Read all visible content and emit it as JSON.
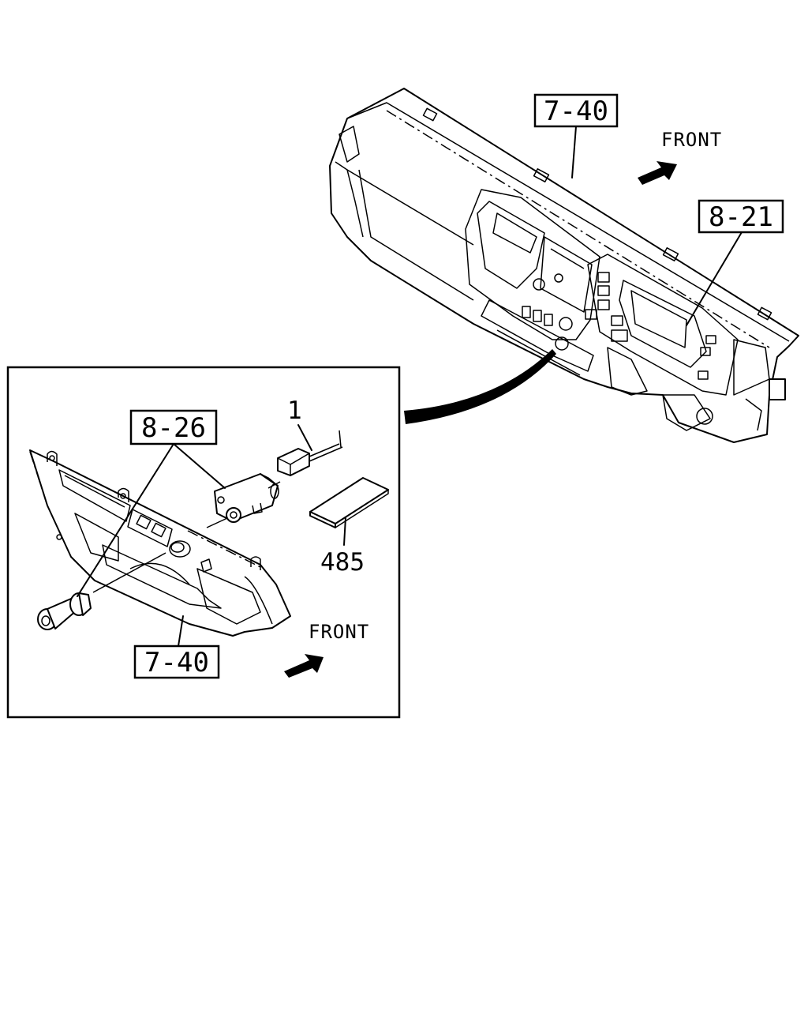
{
  "diagram": {
    "callouts": {
      "dash_top": "7-40",
      "cluster": "8-21",
      "switch": "8-26",
      "panel_bottom": "7-40"
    },
    "parts": {
      "harness": "1",
      "label_plate": "485"
    },
    "front_top": "FRONT",
    "front_inset": "FRONT"
  }
}
